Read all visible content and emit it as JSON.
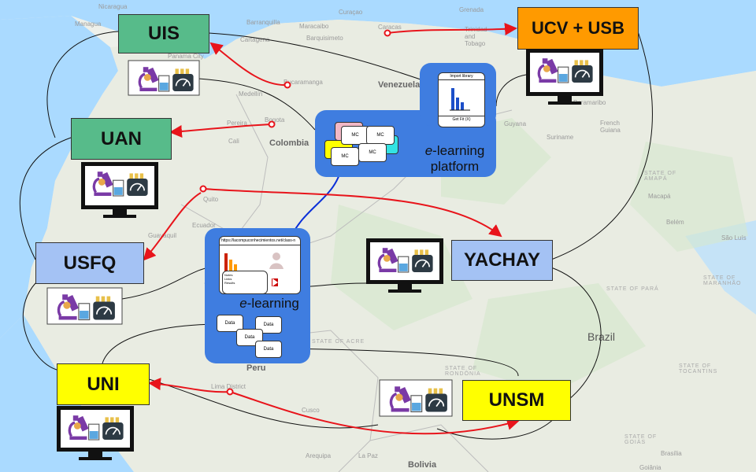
{
  "map_labels": {
    "countries": [
      "Venezuela",
      "Colombia",
      "Peru",
      "Brazil",
      "Bolivia",
      "Ecuador",
      "Guyana",
      "Suriname",
      "French Guiana",
      "Trinidad and Tobago",
      "Nicaragua",
      "Grenada",
      "Curaçao"
    ],
    "cities": [
      "Managua",
      "Barranquilla",
      "Maracaibo",
      "Barquisimeto",
      "Caracas",
      "Cartagena",
      "Panama City",
      "Bucaramanga",
      "Medellín",
      "Bogota",
      "Cali",
      "Pereira",
      "Quito",
      "Guayaquil",
      "Lima District",
      "Cusco",
      "Arequipa",
      "La Paz",
      "Belém",
      "São Luís",
      "Brasília",
      "Goiânia",
      "Macapá",
      "Paramaribo"
    ],
    "states": [
      "STATE OF AMAPÁ",
      "STATE OF PARÁ",
      "STATE OF MARANHÃO",
      "STATE OF ACRE",
      "STATE OF TOCANTINS",
      "STATE OF GOIÁS",
      "STATE OF RONDÔNIA"
    ]
  },
  "nodes": {
    "uis": "UIS",
    "ucv_usb": "UCV + USB",
    "uan": "UAN",
    "usfq": "USFQ",
    "yachay": "YACHAY",
    "uni": "UNI",
    "unsm": "UNSM"
  },
  "platforms": {
    "top": {
      "prefix": "e",
      "text_line1": "-learning",
      "text_line2": "platform",
      "card_header": "Import library",
      "card_footer": "Get Fit (X)",
      "mc_labels": [
        "MC",
        "MC",
        "MC",
        "MC"
      ]
    },
    "bottom": {
      "prefix": "e",
      "text": "-learning",
      "card_url": "https://lacompuconhecimientos.net/class-n",
      "card_notes": [
        "Notes",
        "Links",
        "Results"
      ],
      "data_labels": [
        "Data",
        "Data",
        "Data",
        "Data"
      ]
    }
  },
  "colors": {
    "green": "#57bb8a",
    "orange": "#ff9a00",
    "blue_light": "#a4c2f4",
    "yellow": "#ffff00",
    "platform_blue": "#3f7de0",
    "red_arrow": "#e8141b"
  }
}
